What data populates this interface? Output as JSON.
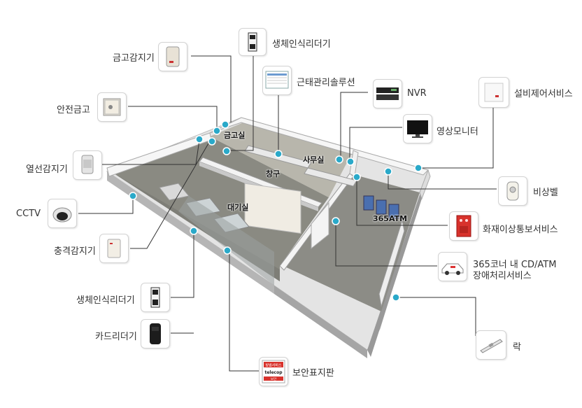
{
  "devices": {
    "bio_reader_top": "생체인식리더기",
    "safe_sensor": "금고감지기",
    "attendance": "근태관리솔루션",
    "safe": "안전금고",
    "nvr": "NVR",
    "facility": "설비제어서비스",
    "monitor": "영상모니터",
    "heat_sensor": "열선감지기",
    "emergency_bell": "비상벨",
    "cctv": "CCTV",
    "fire_alarm": "화재이상통보서비스",
    "shock_sensor": "충격감지기",
    "atm_service_line1": "365코너 내 CD/ATM",
    "atm_service_line2": "장애처리서비스",
    "bio_reader_bottom": "생체인식리더기",
    "card_reader": "카드리더기",
    "lock": "락",
    "security_sign": "보안표지판"
  },
  "rooms": {
    "vault": "금고실",
    "office": "사무실",
    "counter": "창구",
    "lobby": "대기실",
    "atm_corner": "365ATM"
  },
  "sign_text": {
    "top": "방범서비스",
    "brand": "telecop",
    "bottom": "보안"
  },
  "colors": {
    "hotspot": "#2aa9c9",
    "connector": "#333333",
    "floor": "#8a8a82",
    "wall": "#efefef",
    "alarm_red": "#d8322c"
  }
}
